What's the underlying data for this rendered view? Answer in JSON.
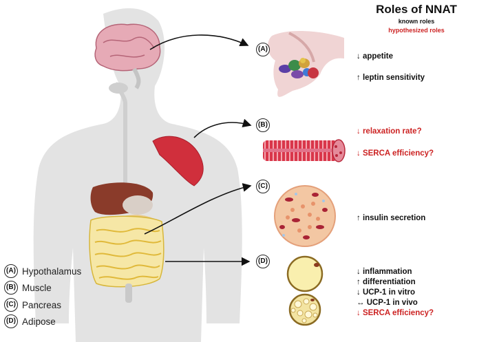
{
  "title": "Roles of NNAT",
  "legend_key": {
    "known": "known roles",
    "hypothesized": "hypothesized roles"
  },
  "colors": {
    "known": "#111111",
    "hypothesized": "#cc2222"
  },
  "panels": [
    {
      "letter": "(A)",
      "name": "Hypothalamus"
    },
    {
      "letter": "(B)",
      "name": "Muscle"
    },
    {
      "letter": "(C)",
      "name": "Pancreas"
    },
    {
      "letter": "(D)",
      "name": "Adipose"
    }
  ],
  "roles": {
    "hypothalamus": [
      {
        "text": "↓ appetite",
        "status": "known"
      },
      {
        "text": "↑ leptin sensitivity",
        "status": "known"
      }
    ],
    "muscle": [
      {
        "text": "↓ relaxation rate?",
        "status": "hypothesized"
      },
      {
        "text": "↓ SERCA efficiency?",
        "status": "hypothesized"
      }
    ],
    "pancreas": [
      {
        "text": "↑ insulin secretion",
        "status": "known"
      }
    ],
    "adipose": [
      {
        "text": "↓ inflammation",
        "status": "known"
      },
      {
        "text": "↑ differentiation",
        "status": "known"
      },
      {
        "text": "↓ UCP-1 in vitro",
        "status": "known"
      },
      {
        "text": "↔ UCP-1 in vivo",
        "status": "known"
      },
      {
        "text": "↓ SERCA efficiency?",
        "status": "hypothesized"
      }
    ]
  }
}
